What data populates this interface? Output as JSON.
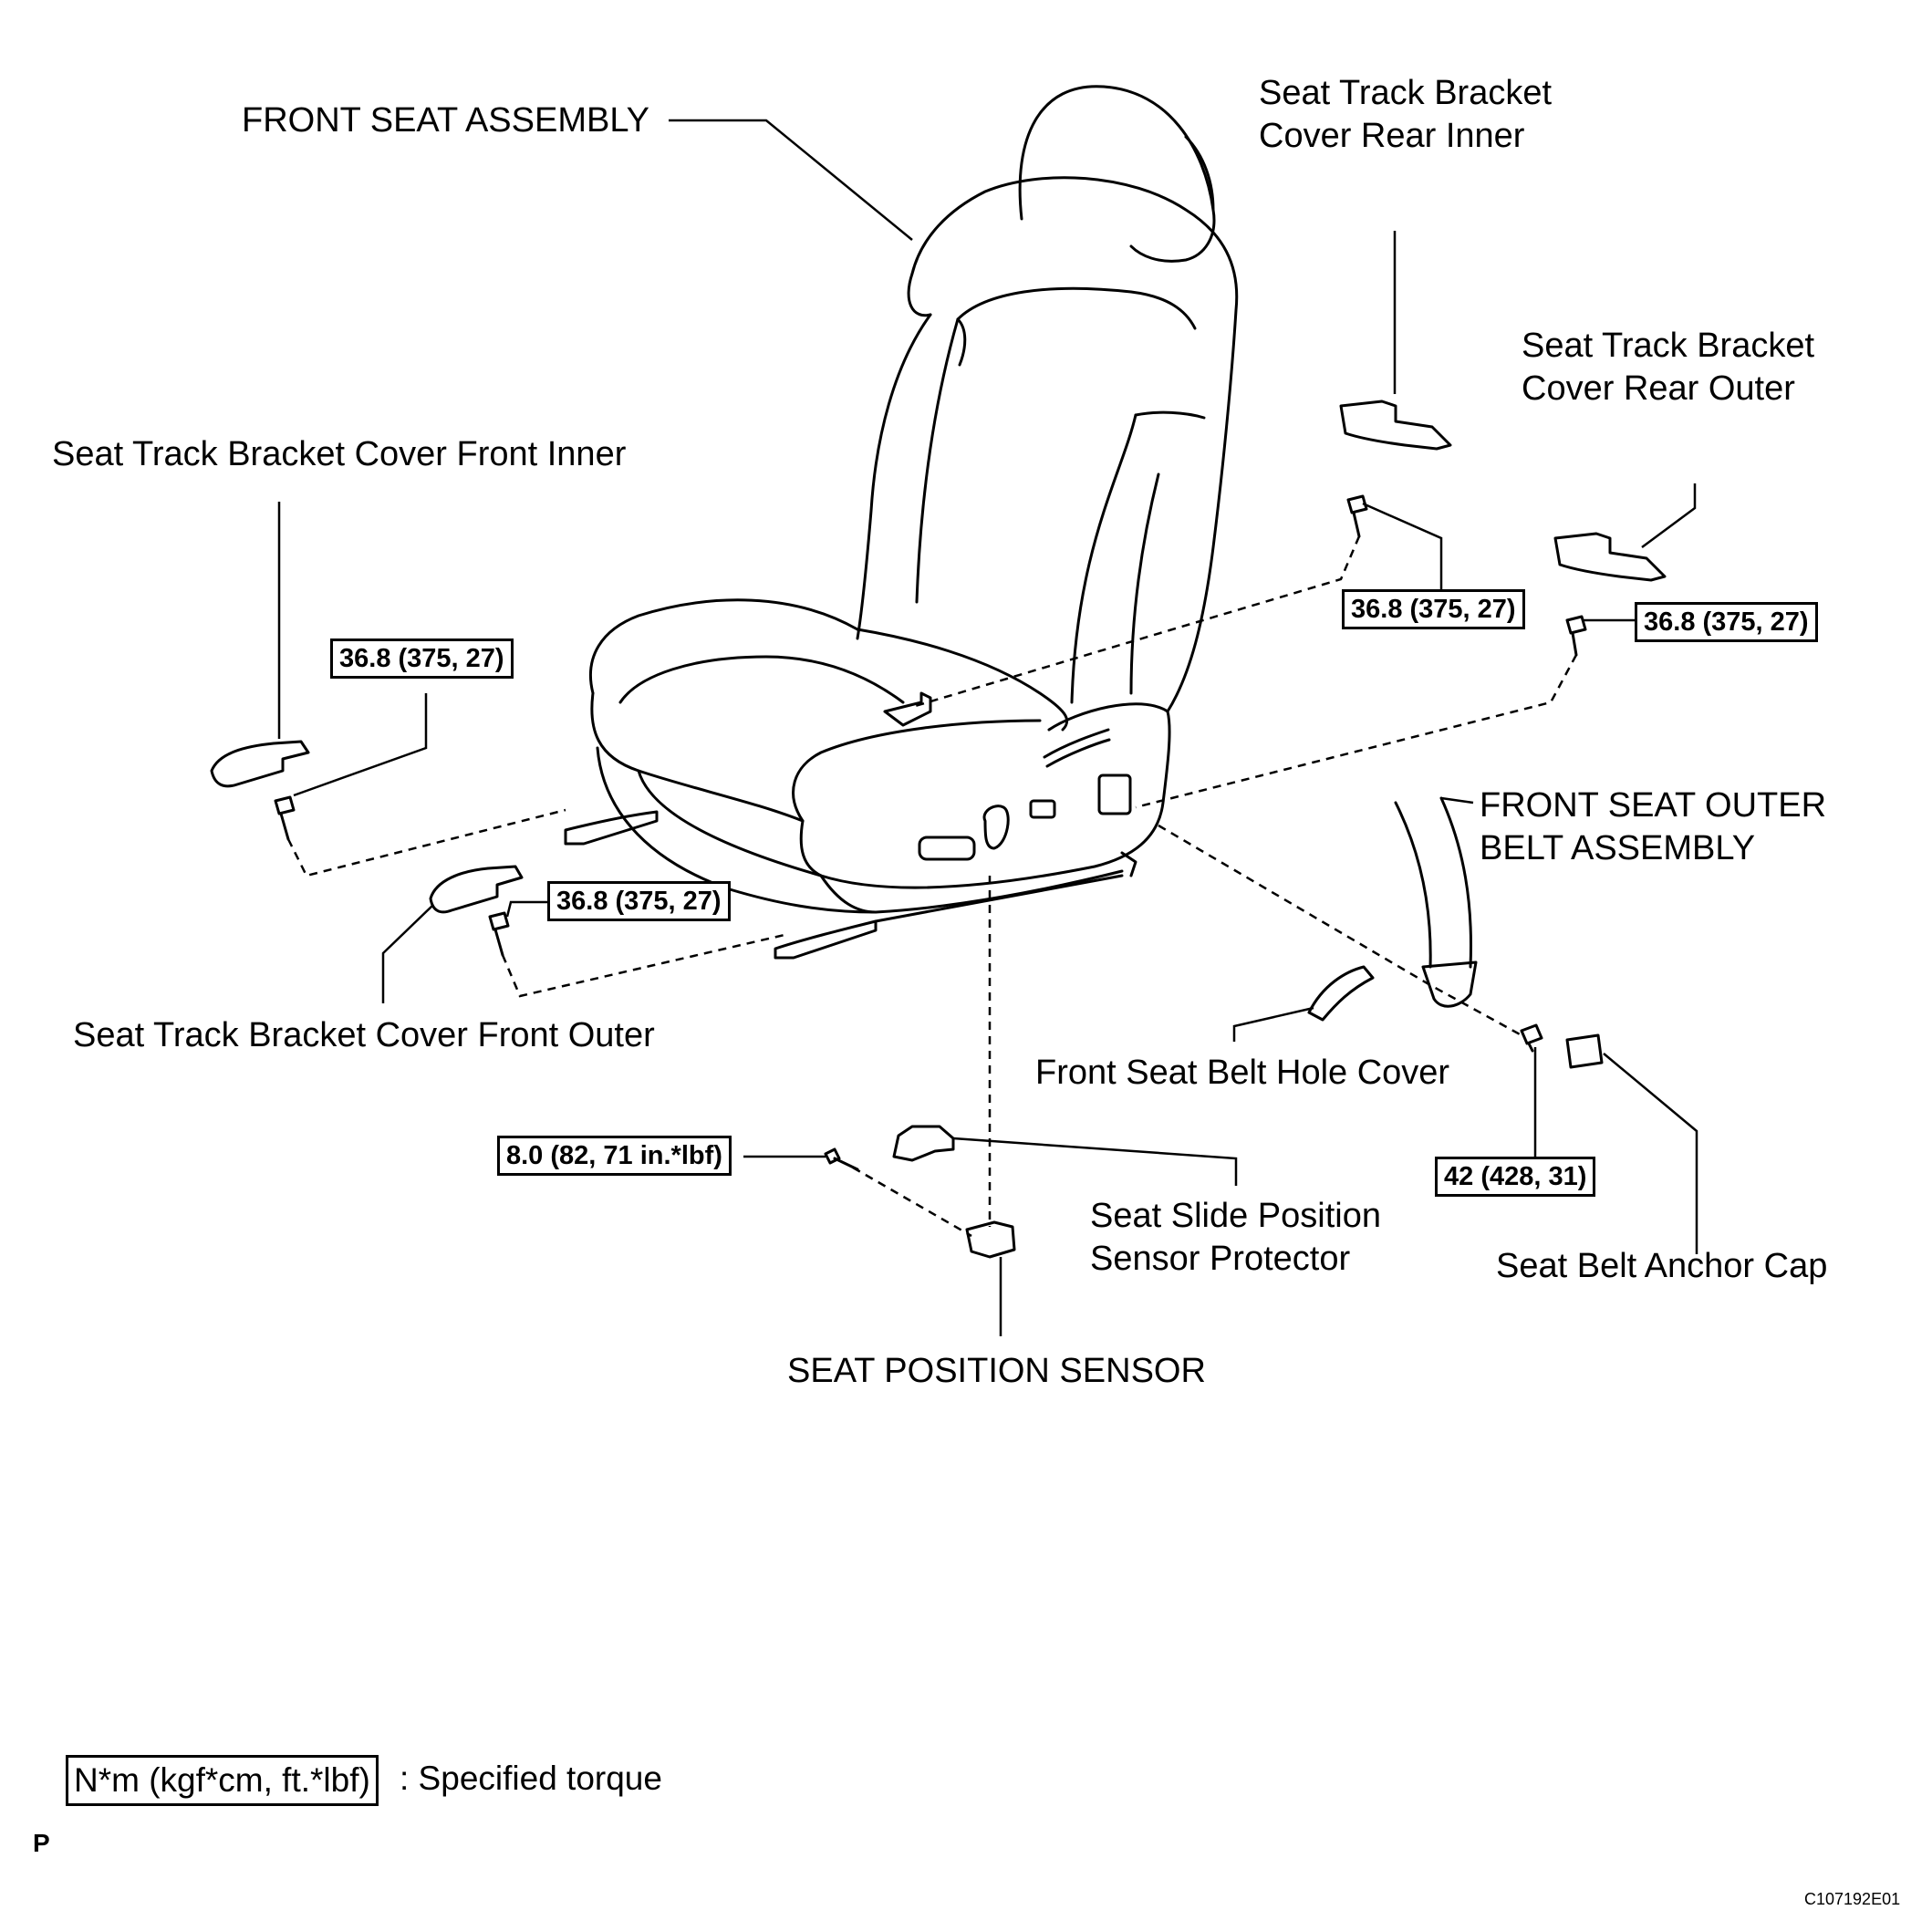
{
  "labels": {
    "front_seat_assembly": "FRONT SEAT ASSEMBLY",
    "rear_inner_1": "Seat Track Bracket",
    "rear_inner_2": "Cover Rear Inner",
    "rear_outer_1": "Seat Track Bracket",
    "rear_outer_2": "Cover Rear Outer",
    "front_inner": "Seat Track Bracket Cover Front Inner",
    "front_outer": "Seat Track Bracket Cover Front Outer",
    "belt_assembly_1": "FRONT SEAT OUTER",
    "belt_assembly_2": "BELT ASSEMBLY",
    "belt_hole_cover": "Front Seat Belt Hole Cover",
    "slide_protector_1": "Seat Slide Position",
    "slide_protector_2": "Sensor Protector",
    "anchor_cap": "Seat Belt Anchor Cap",
    "position_sensor": "SEAT POSITION SENSOR"
  },
  "torques": {
    "front_inner": "36.8 (375, 27)",
    "front_outer": "36.8 (375, 27)",
    "rear_inner": "36.8 (375, 27)",
    "rear_outer": "36.8 (375, 27)",
    "sensor": "8.0 (82, 71 in.*lbf)",
    "belt_anchor": "42 (428, 31)"
  },
  "legend": {
    "unit": "N*m (kgf*cm, ft.*lbf)",
    "meaning": ": Specified torque"
  },
  "page_mark": "P",
  "figure_code": "C107192E01"
}
